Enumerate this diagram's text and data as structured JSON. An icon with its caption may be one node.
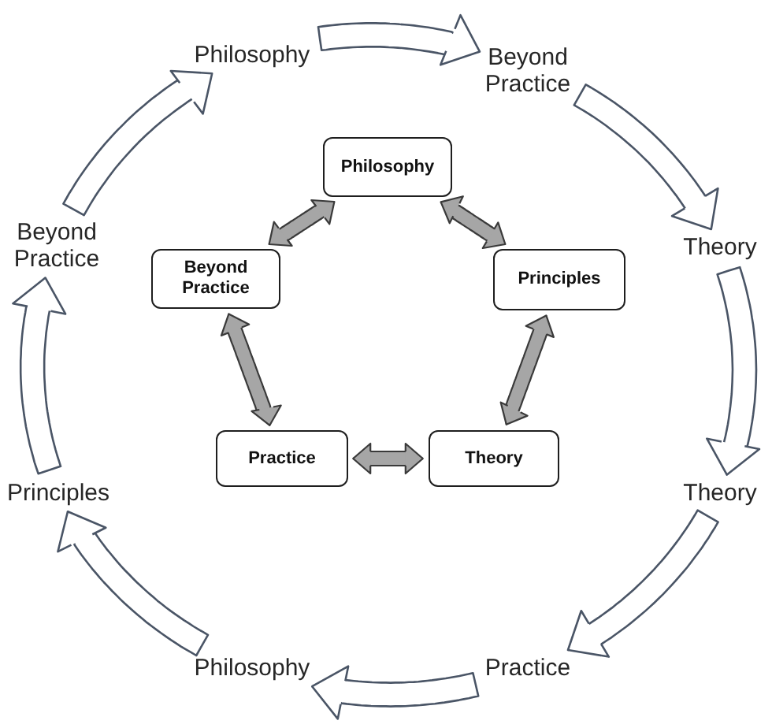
{
  "diagram": {
    "nodes": [
      {
        "text": [
          "Philosophy"
        ]
      },
      {
        "text": [
          "Beyond Practice"
        ]
      },
      {
        "text": [
          "Philosophy"
        ]
      },
      {
        "text": [
          "Beyond Practice"
        ]
      },
      {
        "text": [
          "Beyond Practice"
        ]
      },
      {
        "text": [
          "Principles"
        ]
      },
      {
        "text": [
          "Theory"
        ]
      },
      {
        "text": [
          "Practice"
        ]
      },
      {
        "text": [
          "Theory"
        ]
      },
      {
        "text": [
          "Principles"
        ]
      },
      {
        "text": [
          "Theory"
        ]
      },
      {
        "text": [
          "Philosophy"
        ]
      },
      {
        "text": [
          "Practice"
        ]
      }
    ],
    "edges": [
      {
        "from": 0,
        "to": 1,
        "arrow": "to"
      },
      {
        "from": 1,
        "to": 6,
        "arrow": "to"
      },
      {
        "from": 6,
        "to": 10,
        "arrow": "to"
      },
      {
        "from": 10,
        "to": 12,
        "arrow": "to"
      },
      {
        "from": 12,
        "to": 11,
        "arrow": "to"
      },
      {
        "from": 11,
        "to": 9,
        "arrow": "to"
      },
      {
        "from": 9,
        "to": 3,
        "arrow": "to"
      },
      {
        "from": 3,
        "to": 0,
        "arrow": "to"
      },
      {
        "from": 2,
        "to": 4,
        "arrow": "both"
      },
      {
        "from": 2,
        "to": 5,
        "arrow": "both"
      },
      {
        "from": 4,
        "to": 7,
        "arrow": "both"
      },
      {
        "from": 5,
        "to": 8,
        "arrow": "both"
      },
      {
        "from": 7,
        "to": 8,
        "arrow": "both"
      }
    ]
  }
}
